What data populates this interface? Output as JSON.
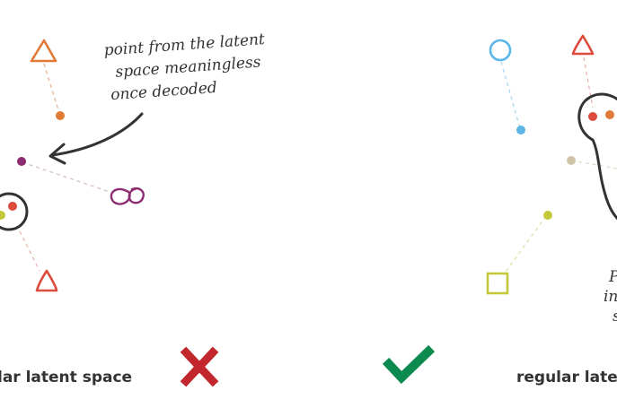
{
  "annotation": {
    "lines": [
      "point from the latent",
      "space meaningless",
      "once decoded"
    ]
  },
  "right_partial_text": {
    "lines": [
      "P",
      "in",
      "s"
    ]
  },
  "captions": {
    "left": "lar latent space",
    "right": "regular latent"
  },
  "marks": {
    "cross": "cross-icon",
    "check": "check-icon"
  },
  "colors": {
    "ink": "#333333",
    "orange": "#e07a35",
    "red": "#dd4b3c",
    "purple": "#8b2c73",
    "lime": "#c3c83a",
    "blue": "#5cb6e6",
    "beige": "#cfc3a8",
    "cross_red": "#c1272d",
    "check_green": "#0d8a4f"
  }
}
